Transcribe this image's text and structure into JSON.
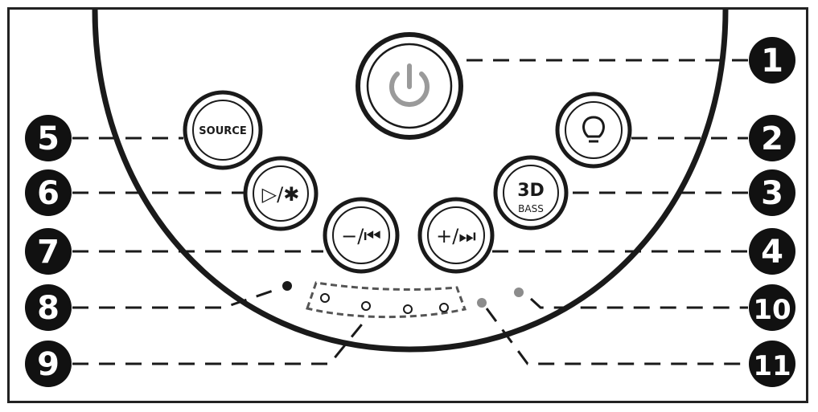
{
  "callouts": [
    {
      "number": "1",
      "target": "power-button"
    },
    {
      "number": "2",
      "target": "light-button"
    },
    {
      "number": "3",
      "target": "3d-bass-button"
    },
    {
      "number": "4",
      "target": "volume-up-next-button"
    },
    {
      "number": "5",
      "target": "source-button"
    },
    {
      "number": "6",
      "target": "play-bluetooth-button"
    },
    {
      "number": "7",
      "target": "volume-down-previous-button"
    },
    {
      "number": "8",
      "target": "indicator-left"
    },
    {
      "number": "9",
      "target": "indicator-group"
    },
    {
      "number": "10",
      "target": "indicator-right"
    },
    {
      "number": "11",
      "target": "indicator-mid"
    }
  ],
  "buttons": {
    "source_label": "SOURCE",
    "bass_label_top": "3D",
    "bass_label_bottom": "BASS",
    "volume_down_label": "−/⏮",
    "volume_up_label": "+/⏭",
    "play_bt_label": "▷/✱"
  },
  "colors": {
    "outline": "#1a1a1a",
    "power_symbol": "#9a9a9a",
    "indicator_grey": "#8c8c8c",
    "callout_fill": "#111111",
    "callout_text": "#ffffff"
  }
}
